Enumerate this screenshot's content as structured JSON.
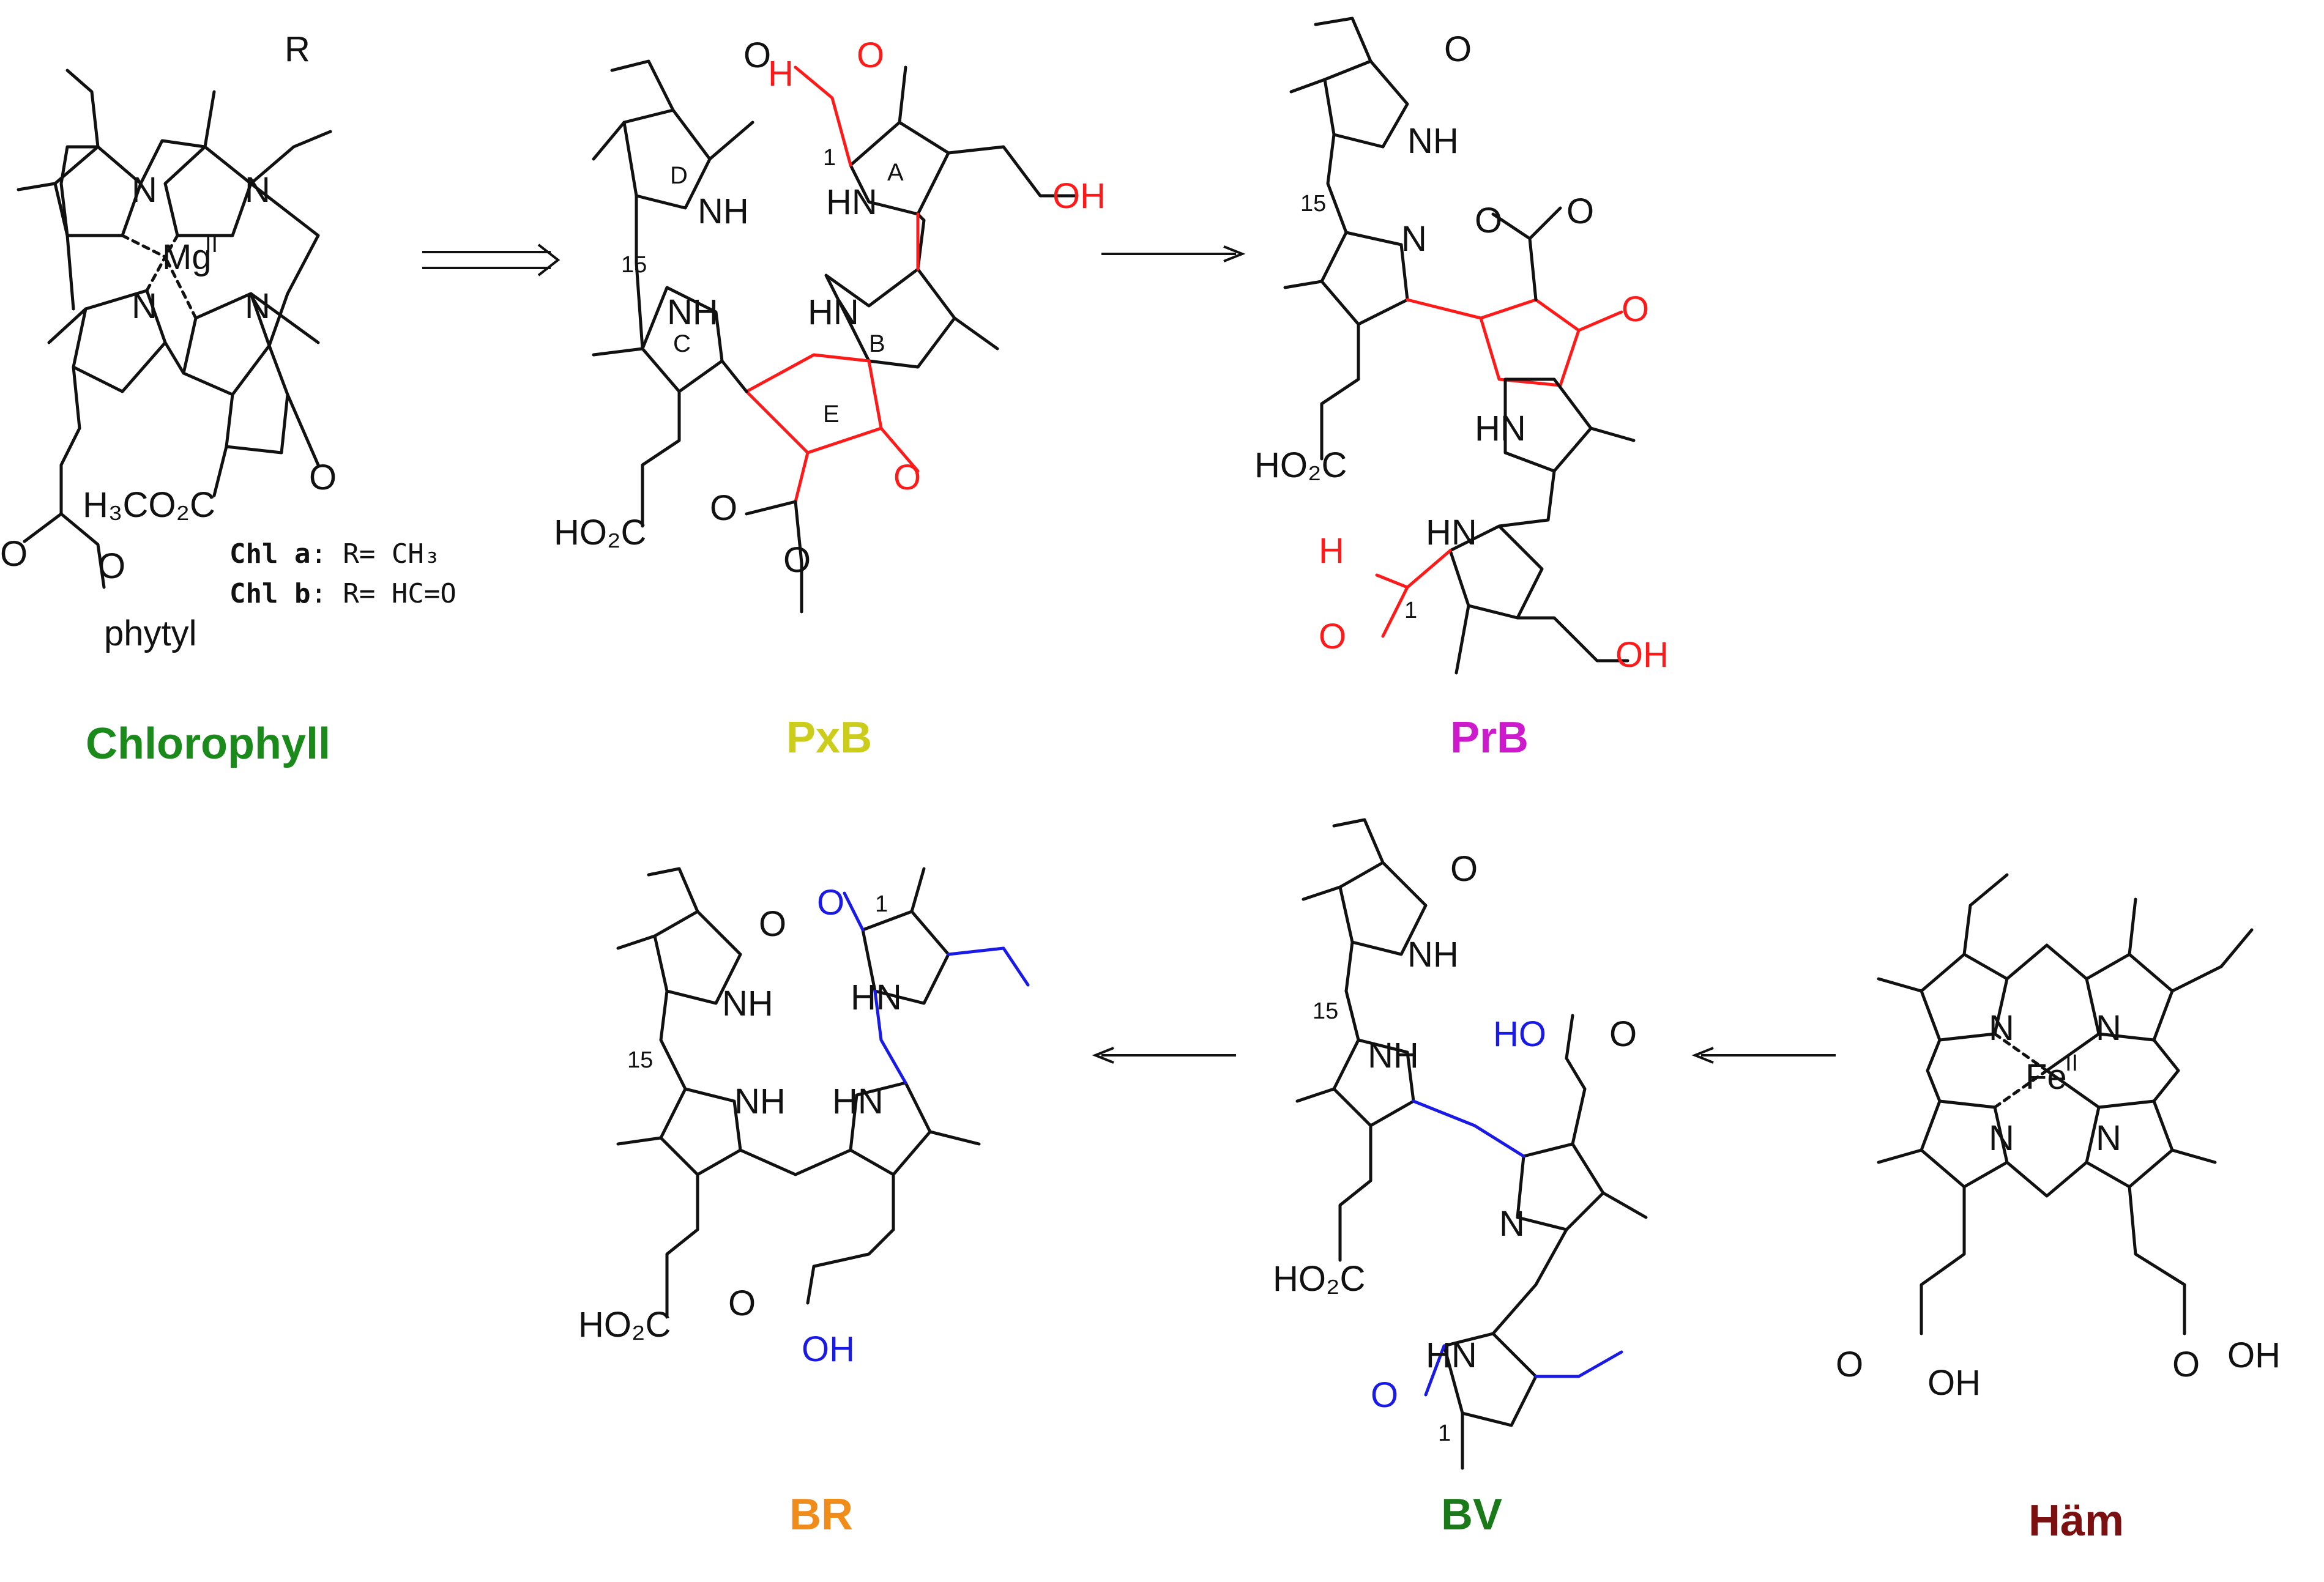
{
  "compounds": {
    "chlorophyll": {
      "name": "Chlorophyll",
      "color": "#1a8a1a",
      "metal": "Mg",
      "metal_ox": "II",
      "sub_r": "R",
      "ester_group": "phytyl",
      "methyl_ester": "H₃CO₂C"
    },
    "pxb": {
      "name": "PxB",
      "color": "#cccc1a"
    },
    "prb": {
      "name": "PrB",
      "color": "#cc1acc"
    },
    "br": {
      "name": "BR",
      "color": "#f08c1a"
    },
    "bv": {
      "name": "BV",
      "color": "#1a7a1a"
    },
    "haem": {
      "name": "Häm",
      "color": "#7a1010",
      "metal": "Fe",
      "metal_ox": "II"
    }
  },
  "chl_variants": [
    {
      "label": "Chl a",
      "value": ": R= CH₃"
    },
    {
      "label": "Chl b",
      "value": ": R= HC=O"
    }
  ],
  "ring_labels": {
    "a": "A",
    "b": "B",
    "c": "C",
    "d": "D",
    "e": "E"
  },
  "locants": {
    "c1": "1",
    "c15": "15"
  },
  "atoms": {
    "n": "N",
    "nh": "NH",
    "hn": "HN",
    "o": "O",
    "oh": "OH",
    "ho": "HO",
    "h": "H",
    "ho2c": "HO₂C"
  },
  "colors": {
    "bond": "#111111",
    "red_highlight": "#ff1a1a",
    "blue_highlight": "#1a1ae6"
  }
}
